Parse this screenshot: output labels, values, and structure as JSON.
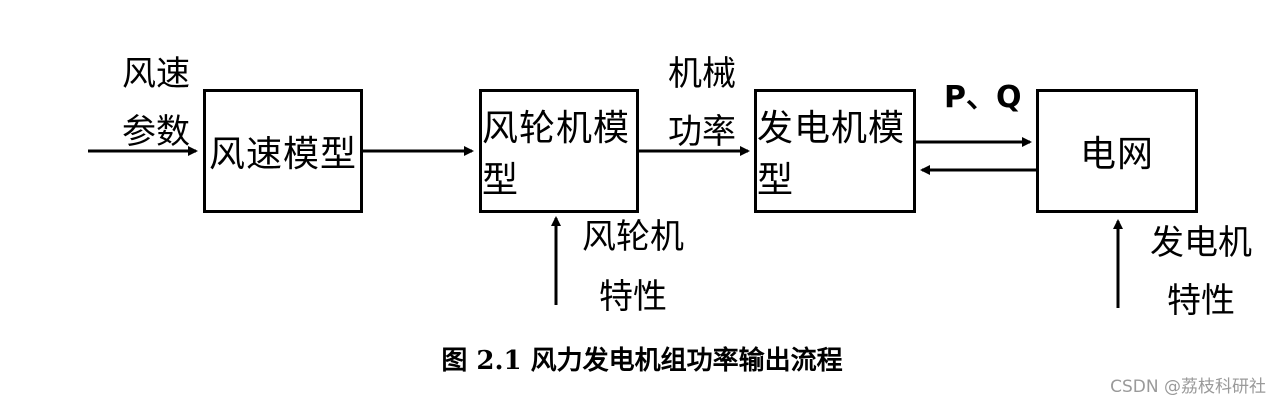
{
  "boxes": {
    "wind_speed_model": "风速模型",
    "rotor_model": "风轮机模型",
    "generator_model": "发电机模型",
    "grid": "电网"
  },
  "labels": {
    "wind_speed_param_line1": "风速",
    "wind_speed_param_line2": "参数",
    "mech_power_line1": "机械",
    "mech_power_line2": "功率",
    "pq": "P、Q",
    "rotor_char_line1": "风轮机",
    "rotor_char_line2": "特性",
    "gen_char_line1": "发电机",
    "gen_char_line2": "特性"
  },
  "caption": "图 2.1  风力发电机组功率输出流程",
  "watermark": "CSDN @荔枝科研社"
}
